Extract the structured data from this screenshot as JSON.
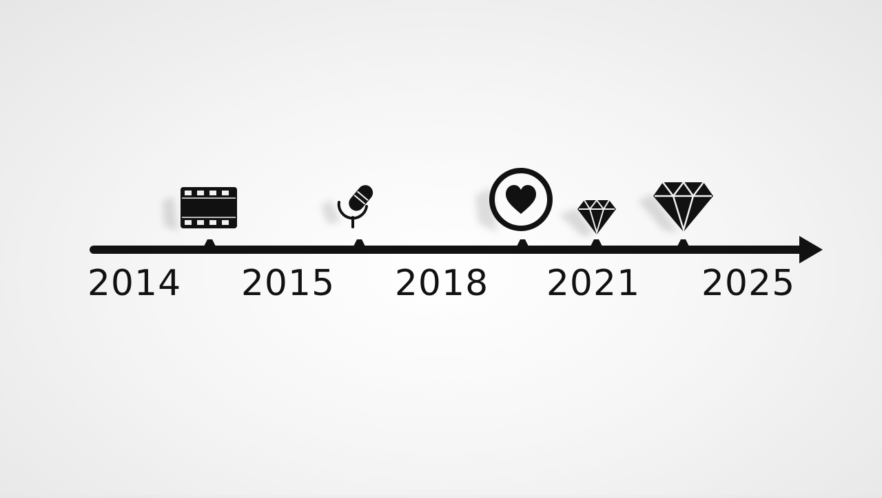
{
  "timeline": {
    "years": [
      "2014",
      "2015",
      "2018",
      "2021",
      "2025"
    ],
    "icons": [
      {
        "name": "film-strip-icon"
      },
      {
        "name": "microphone-icon"
      },
      {
        "name": "heart-circle-icon"
      },
      {
        "name": "diamond-small-icon"
      },
      {
        "name": "diamond-large-icon"
      }
    ]
  },
  "colors": {
    "line": "#111111",
    "icon": "#111111",
    "shadow": "#bdbdbd",
    "background": "#f5f5f5"
  }
}
